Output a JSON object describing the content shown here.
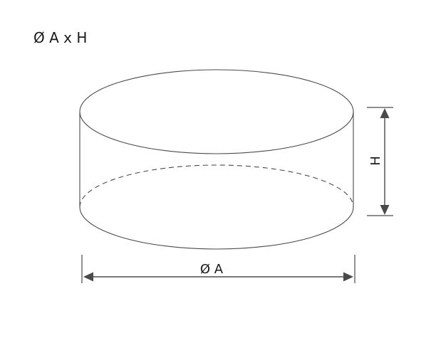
{
  "formula": "Ø A x H",
  "dimensions": {
    "diameter_label": "Ø A",
    "height_label": "H"
  },
  "colors": {
    "stroke": "#4a4a4a",
    "text": "#1a1a1a",
    "background": "#ffffff"
  }
}
